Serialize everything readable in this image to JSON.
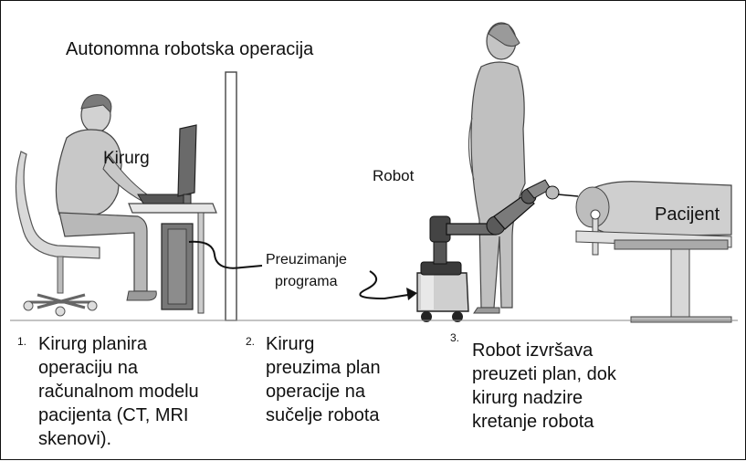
{
  "title": "Autonomna robotska operacija",
  "labels": {
    "surgeon": "Kirurg",
    "robot": "Robot",
    "patient": "Pacijent",
    "transfer_line1": "Preuzimanje",
    "transfer_line2": "programa"
  },
  "steps": [
    {
      "number": "1.",
      "lines": [
        "Kirurg planira",
        "operaciju na",
        "računalnom modelu",
        "pacijenta (CT, MRI",
        "skenovi)."
      ]
    },
    {
      "number": "2.",
      "lines": [
        "Kirurg",
        "preuzima plan",
        "operacije na",
        "sučelje robota"
      ]
    },
    {
      "number": "3.",
      "lines": [
        "Robot izvršava",
        "preuzeti plan, dok",
        "kirurg nadzire",
        "kretanje robota"
      ]
    }
  ]
}
